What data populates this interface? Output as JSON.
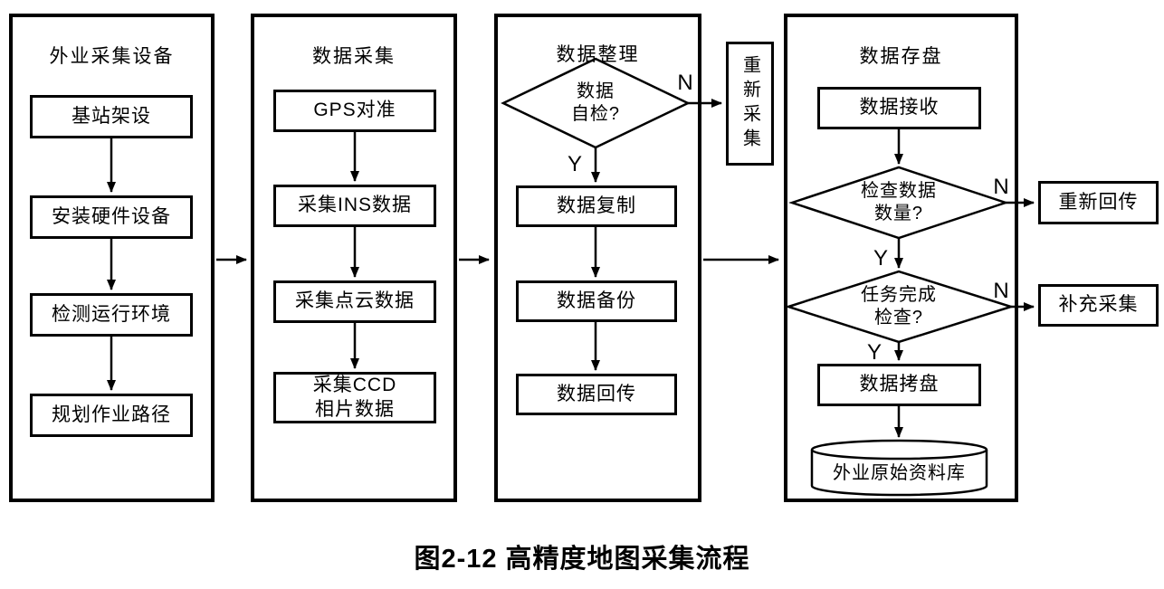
{
  "caption": "图2-12 高精度地图采集流程",
  "labels": {
    "yes": "Y",
    "no": "N"
  },
  "panel1": {
    "title": "外业采集设备",
    "steps": [
      "基站架设",
      "安装硬件设备",
      "检测运行环境",
      "规划作业路径"
    ]
  },
  "panel2": {
    "title": "数据采集",
    "steps": [
      "GPS对准",
      "采集INS数据",
      "采集点云数据",
      "采集CCD\n相片数据"
    ]
  },
  "panel3": {
    "title": "数据整理",
    "decision": "数据\n自检?",
    "no_target": "重新采集",
    "steps": [
      "数据复制",
      "数据备份",
      "数据回传"
    ]
  },
  "panel4": {
    "title": "数据存盘",
    "receive": "数据接收",
    "decision1": "检查数据\n数量?",
    "decision1_no_target": "重新回传",
    "decision2": "任务完成\n检查?",
    "decision2_no_target": "补充采集",
    "copy": "数据拷盘",
    "database": "外业原始资料库"
  }
}
